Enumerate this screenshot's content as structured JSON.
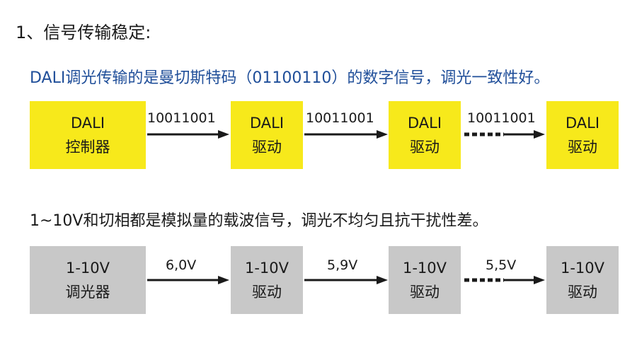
{
  "heading": "1、信号传输稳定:",
  "section1": {
    "description": "DALI调光传输的是曼切斯特码（01100110）的数字信号，调光一致性好。",
    "nodes": [
      {
        "line1": "DALI",
        "line2": "控制器"
      },
      {
        "line1": "DALI",
        "line2": "驱动"
      },
      {
        "line1": "DALI",
        "line2": "驱动"
      },
      {
        "line1": "DALI",
        "line2": "驱动"
      }
    ],
    "links": [
      {
        "label": "10011001",
        "style": "solid"
      },
      {
        "label": "10011001",
        "style": "solid"
      },
      {
        "label": "10011001",
        "style": "dotted"
      }
    ],
    "box_color": "#f7e91b"
  },
  "section2": {
    "description": "1~10V和切相都是模拟量的载波信号，调光不均匀且抗干扰性差。",
    "nodes": [
      {
        "line1": "1-10V",
        "line2": "调光器"
      },
      {
        "line1": "1-10V",
        "line2": "驱动"
      },
      {
        "line1": "1-10V",
        "line2": "驱动"
      },
      {
        "line1": "1-10V",
        "line2": "驱动"
      }
    ],
    "links": [
      {
        "label": "6,0V",
        "style": "solid"
      },
      {
        "label": "5,9V",
        "style": "solid"
      },
      {
        "label": "5,5V",
        "style": "dotted"
      }
    ],
    "box_color": "#c8c8c8"
  },
  "colors": {
    "description_blue": "#1f4e99",
    "arrow": "#1a1a1a"
  }
}
